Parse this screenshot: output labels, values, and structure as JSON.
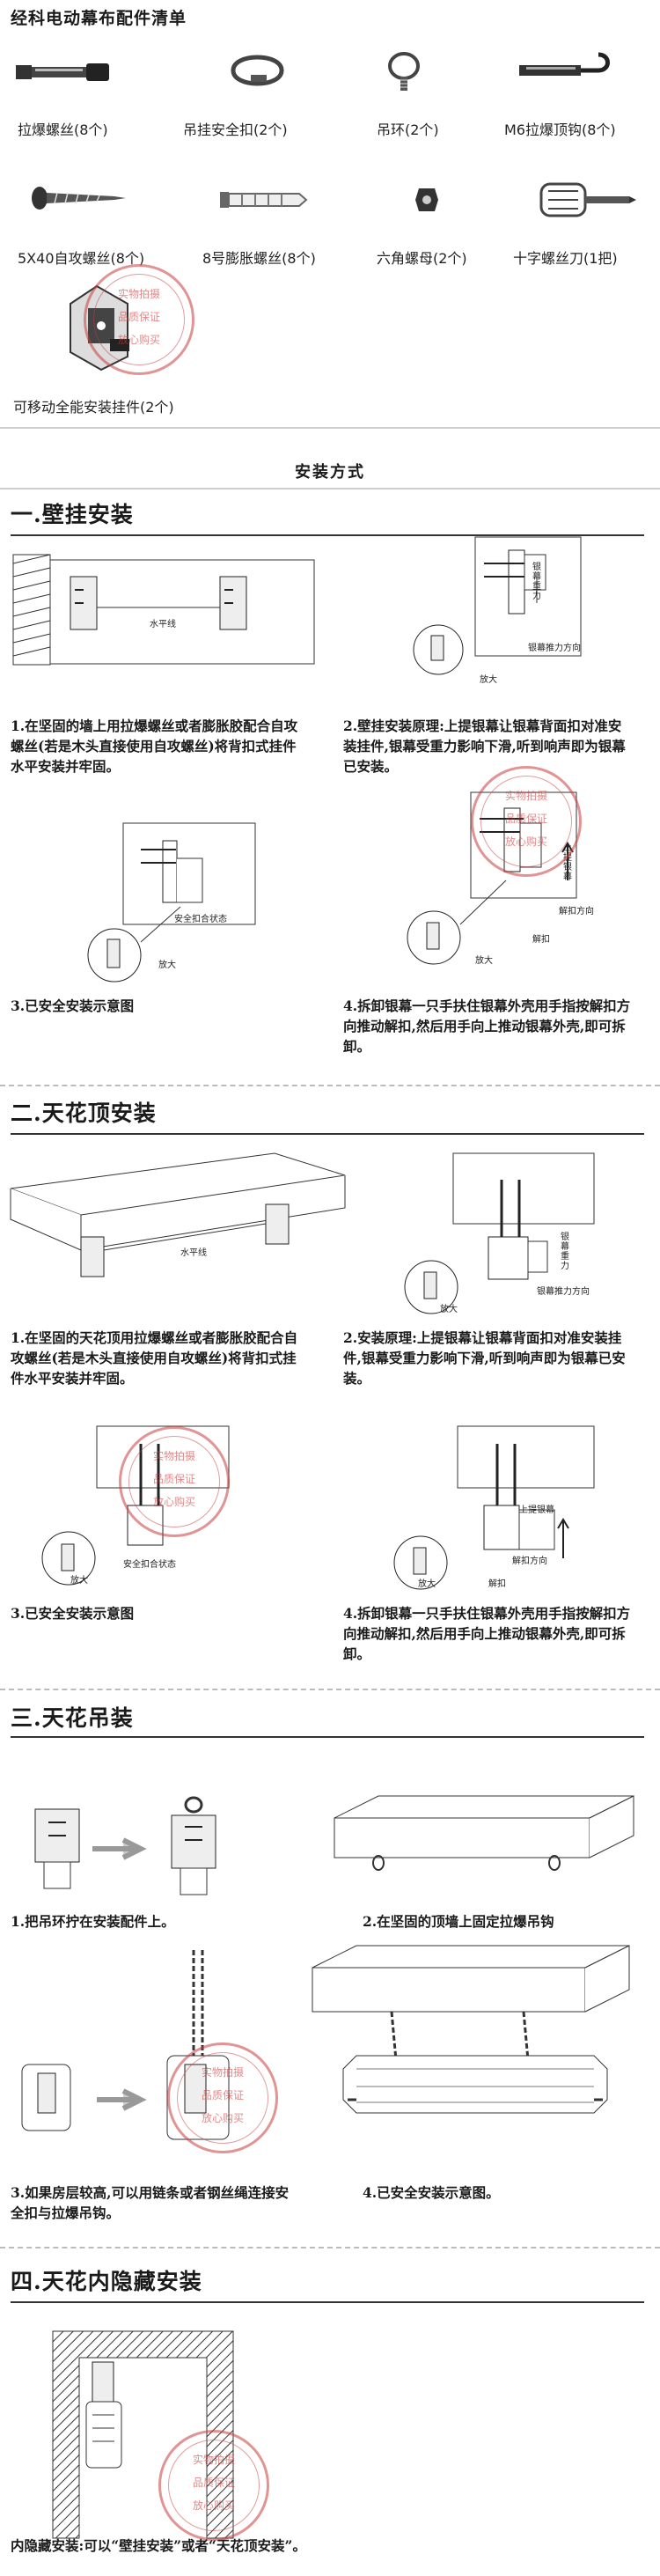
{
  "header": {
    "title": "经科电动幕布配件清单"
  },
  "parts": [
    {
      "label": "拉爆螺丝(8个)",
      "icon": "expansion-bolt-icon"
    },
    {
      "label": "吊挂安全扣(2个)",
      "icon": "safety-hook-icon"
    },
    {
      "label": "吊环(2个)",
      "icon": "eye-bolt-icon"
    },
    {
      "label": "M6拉爆顶钩(8个)",
      "icon": "hook-bolt-icon"
    },
    {
      "label": "5X40自攻螺丝(8个)",
      "icon": "self-tapping-screw-icon"
    },
    {
      "label": "8号膨胀螺丝(8个)",
      "icon": "expansion-anchor-icon"
    },
    {
      "label": "六角螺母(2个)",
      "icon": "hex-nut-icon"
    },
    {
      "label": "十字螺丝刀(1把)",
      "icon": "screwdriver-icon"
    },
    {
      "label": "可移动全能安装挂件(2个)",
      "icon": "mounting-bracket-icon"
    }
  ],
  "method_title": "安装方式",
  "sections": {
    "wall": {
      "title": "一.壁挂安装",
      "steps": [
        "1.在坚固的墙上用拉爆螺丝或者膨胀胶配合自攻螺丝(若是木头直接使用自攻螺丝)将背扣式挂件水平安装并牢固。",
        "2.壁挂安装原理:上提银幕让银幕背面扣对准安装挂件,银幕受重力影响下滑,听到响声即为银幕已安装。",
        "3.已安全安装示意图",
        "4.拆卸银幕一只手扶住银幕外壳用手指按解扣方向推动解扣,然后用手向上推动银幕外壳,即可拆卸。"
      ],
      "labels": {
        "level": "水平线",
        "push": "银幕推力方向",
        "gravity": "银幕重力",
        "zoom": "放大",
        "lock": "安全扣合状态",
        "unlock_dir": "解扣方向",
        "unlock": "解扣",
        "lift": "上提银幕"
      }
    },
    "ceiling": {
      "title": "二.天花顶安装",
      "steps": [
        "1.在坚固的天花顶用拉爆螺丝或者膨胀胶配合自攻螺丝(若是木头直接使用自攻螺丝)将背扣式挂件水平安装并牢固。",
        "2.安装原理:上提银幕让银幕背面扣对准安装挂件,银幕受重力影响下滑,听到响声即为银幕已安装。",
        "3.已安全安装示意图",
        "4.拆卸银幕一只手扶住银幕外壳用手指按解扣方向推动解扣,然后用手向上推动银幕外壳,即可拆卸。"
      ],
      "labels": {
        "level": "水平线",
        "push": "银幕推力方向",
        "gravity": "银幕重力",
        "zoom": "放大",
        "lock": "安全扣合状态",
        "unlock_dir": "解扣方向",
        "unlock": "解扣",
        "lift": "上提银幕"
      }
    },
    "hang": {
      "title": "三.天花吊装",
      "steps": [
        "1.把吊环拧在安装配件上。",
        "2.在坚固的顶墙上固定拉爆吊钩",
        "3.如果房层较高,可以用链条或者钢丝绳连接安全扣与拉爆吊钩。",
        "4.已安全安装示意图。"
      ]
    },
    "hidden": {
      "title": "四.天花内隐藏安装",
      "steps": [
        "内隐藏安装:可以“壁挂安装”或者“天花顶安装”。"
      ]
    }
  },
  "stamp": {
    "line1": "实物拍摄",
    "line2": "品质保证",
    "line3": "放心购买"
  }
}
